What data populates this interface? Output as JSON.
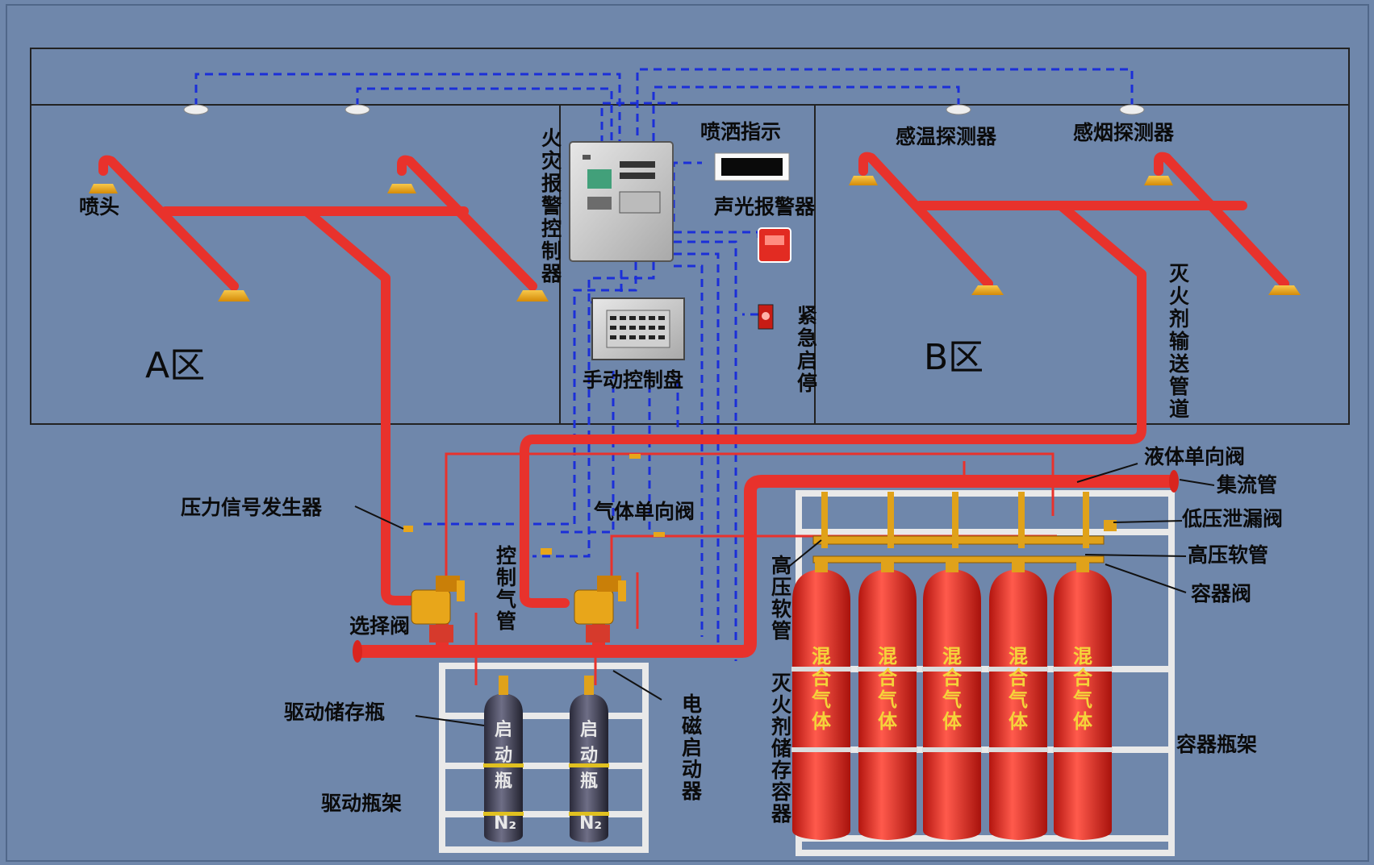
{
  "zones": {
    "a": "A区",
    "b": "B区"
  },
  "labels": {
    "nozzle": "喷头",
    "fire_alarm_controller": "火灾报警控制器",
    "spray_indicator": "喷洒指示",
    "audible_visual_alarm": "声光报警器",
    "temp_detector": "感温探测器",
    "smoke_detector": "感烟探测器",
    "manual_control_panel": "手动控制盘",
    "emergency_start_stop": "紧急启停",
    "agent_delivery_pipe": "灭火剂输送管道",
    "liquid_check_valve": "液体单向阀",
    "manifold": "集流管",
    "low_pressure_leak_valve": "低压泄漏阀",
    "high_pressure_hose_right": "高压软管",
    "container_valve": "容器阀",
    "container_rack": "容器瓶架",
    "pressure_signal_generator": "压力信号发生器",
    "gas_check_valve": "气体单向阀",
    "control_gas_pipe": "控制气管",
    "selector_valve": "选择阀",
    "high_pressure_hose_left": "高压软管",
    "drive_storage_bottle": "驱动储存瓶",
    "solenoid_actuator": "电磁启动器",
    "agent_storage_container": "灭火剂储存容器",
    "drive_bottle_rack": "驱动瓶架"
  },
  "bottles": {
    "drive_text": "启动瓶",
    "drive_gas": "N₂",
    "agent_text": "混合气体"
  },
  "colors": {
    "background": "#6f87ab",
    "pipe_red": "#e8322c",
    "signal_line": "#1b2fd8",
    "brass": "#e0a21a"
  }
}
